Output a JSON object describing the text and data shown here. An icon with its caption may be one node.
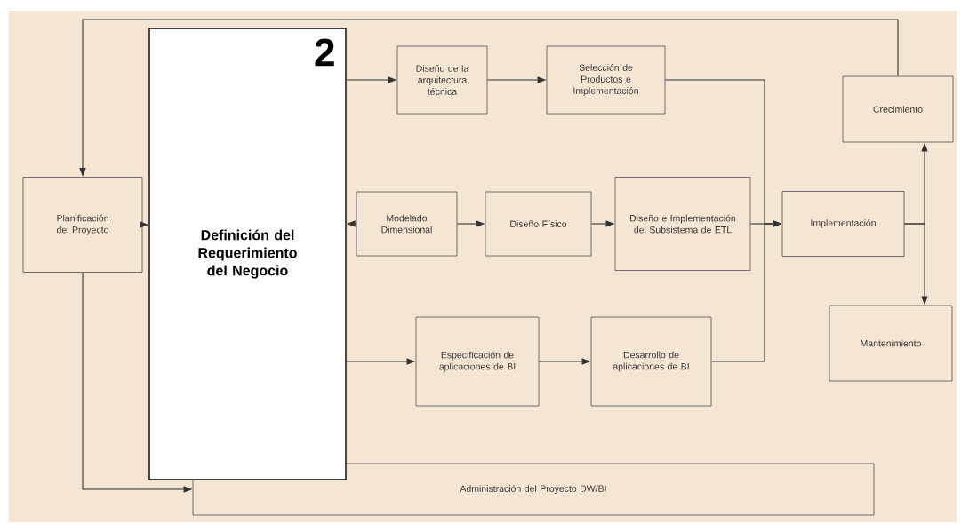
{
  "diagram": {
    "nodes": [
      {
        "text": [
          "Planificación del Proyecto"
        ]
      },
      {
        "text": [
          "2",
          "Definición del Requerimiento del Negocio"
        ]
      },
      {
        "text": [
          "Diseño de la arquitectura técnica"
        ]
      },
      {
        "text": [
          "Selección de Productos e Implementación"
        ]
      },
      {
        "text": [
          "Modelado Dimensional"
        ]
      },
      {
        "text": [
          "Diseño Físico"
        ]
      },
      {
        "text": [
          "Diseño e Implementación del Subsistema de ETL"
        ]
      },
      {
        "text": [
          "Implementación"
        ]
      },
      {
        "text": [
          "Crecimiento"
        ]
      },
      {
        "text": [
          "Mantenimiento"
        ]
      },
      {
        "text": [
          "Especificación de aplicaciones de BI"
        ]
      },
      {
        "text": [
          "Desarrollo de aplicaciones de BI"
        ]
      },
      {
        "text": [
          "Administración del Proyecto DW/BI"
        ]
      }
    ],
    "edges": [
      {
        "from": 8,
        "to": 0,
        "arrow": "to"
      },
      {
        "from": 0,
        "to": 1,
        "arrow": "to"
      },
      {
        "from": 1,
        "to": 2,
        "arrow": "to"
      },
      {
        "from": 2,
        "to": 3,
        "arrow": "to"
      },
      {
        "from": 4,
        "to": 1,
        "arrow": "to"
      },
      {
        "from": 4,
        "to": 5,
        "arrow": "to"
      },
      {
        "from": 5,
        "to": 6,
        "arrow": "to"
      },
      {
        "from": 6,
        "to": 7,
        "arrow": "to"
      },
      {
        "from": 3,
        "to": 7,
        "arrow": "to"
      },
      {
        "from": 11,
        "to": 7,
        "arrow": "to"
      },
      {
        "from": 1,
        "to": 10,
        "arrow": "to"
      },
      {
        "from": 10,
        "to": 11,
        "arrow": "to"
      },
      {
        "from": 7,
        "to": 8,
        "arrow": "to"
      },
      {
        "from": 7,
        "to": 9,
        "arrow": "to"
      },
      {
        "from": 0,
        "to": 12,
        "arrow": "to"
      }
    ]
  }
}
